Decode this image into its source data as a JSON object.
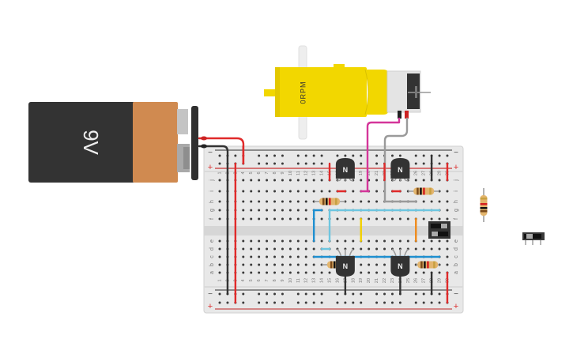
{
  "app": {
    "type": "circuit-breadboard-view"
  },
  "battery": {
    "label": "9V",
    "colors": {
      "body": "#333333",
      "cap": "#d08a50",
      "terminal": "#bbbbbb",
      "clip": "#2f2f2f"
    }
  },
  "motor": {
    "label": "0RPM",
    "colors": {
      "gearbox": "#f2d700",
      "shaft": "#eeeeee",
      "can": "#e4e4e4",
      "endcap": "#333333"
    }
  },
  "breadboard": {
    "columns": 30,
    "rows_top": [
      "j",
      "i",
      "h",
      "g",
      "f"
    ],
    "rows_bottom": [
      "e",
      "d",
      "c",
      "b",
      "a"
    ],
    "column_labels": [
      "1",
      "2",
      "3",
      "4",
      "5",
      "6",
      "7",
      "8",
      "9",
      "10",
      "11",
      "12",
      "13",
      "14",
      "15",
      "16",
      "17",
      "18",
      "19",
      "20",
      "21",
      "22",
      "23",
      "24",
      "25",
      "26",
      "27",
      "28",
      "29",
      "30"
    ],
    "rail_minus": "−",
    "rail_plus": "+",
    "colors": {
      "body": "#e6e6e6",
      "hole": "#333333",
      "rail_red": "#d33",
      "rail_dark": "#555"
    }
  },
  "transistors": [
    {
      "id": "Q1",
      "label": "N",
      "pos": "top",
      "col": 17
    },
    {
      "id": "Q2",
      "label": "N",
      "pos": "top",
      "col": 24
    },
    {
      "id": "Q3",
      "label": "N",
      "pos": "bottom",
      "col": 17
    },
    {
      "id": "Q4",
      "label": "N",
      "pos": "bottom",
      "col": 24
    }
  ],
  "resistors": [
    {
      "id": "R1",
      "orientation": "h",
      "row": "h",
      "from_col": 13,
      "to_col": 17
    },
    {
      "id": "R2",
      "orientation": "h",
      "row": "i",
      "from_col": 25,
      "to_col": 29
    },
    {
      "id": "R3",
      "orientation": "h",
      "row": "b",
      "from_col": 14,
      "to_col": 18
    },
    {
      "id": "R4",
      "orientation": "h",
      "row": "b",
      "from_col": 26,
      "to_col": 29
    },
    {
      "id": "R5",
      "orientation": "v",
      "loose": true
    }
  ],
  "switches": [
    {
      "id": "S1",
      "on_board": true
    },
    {
      "id": "S2",
      "on_board": false
    }
  ],
  "wire_colors": {
    "red": "#e02a2a",
    "black": "#333333",
    "magenta": "#d4369a",
    "gray": "#9a9a9a",
    "blue": "#1e8fd0",
    "lightblue": "#6ec6e0",
    "yellow": "#f2d000",
    "orange": "#ef8a1a"
  }
}
